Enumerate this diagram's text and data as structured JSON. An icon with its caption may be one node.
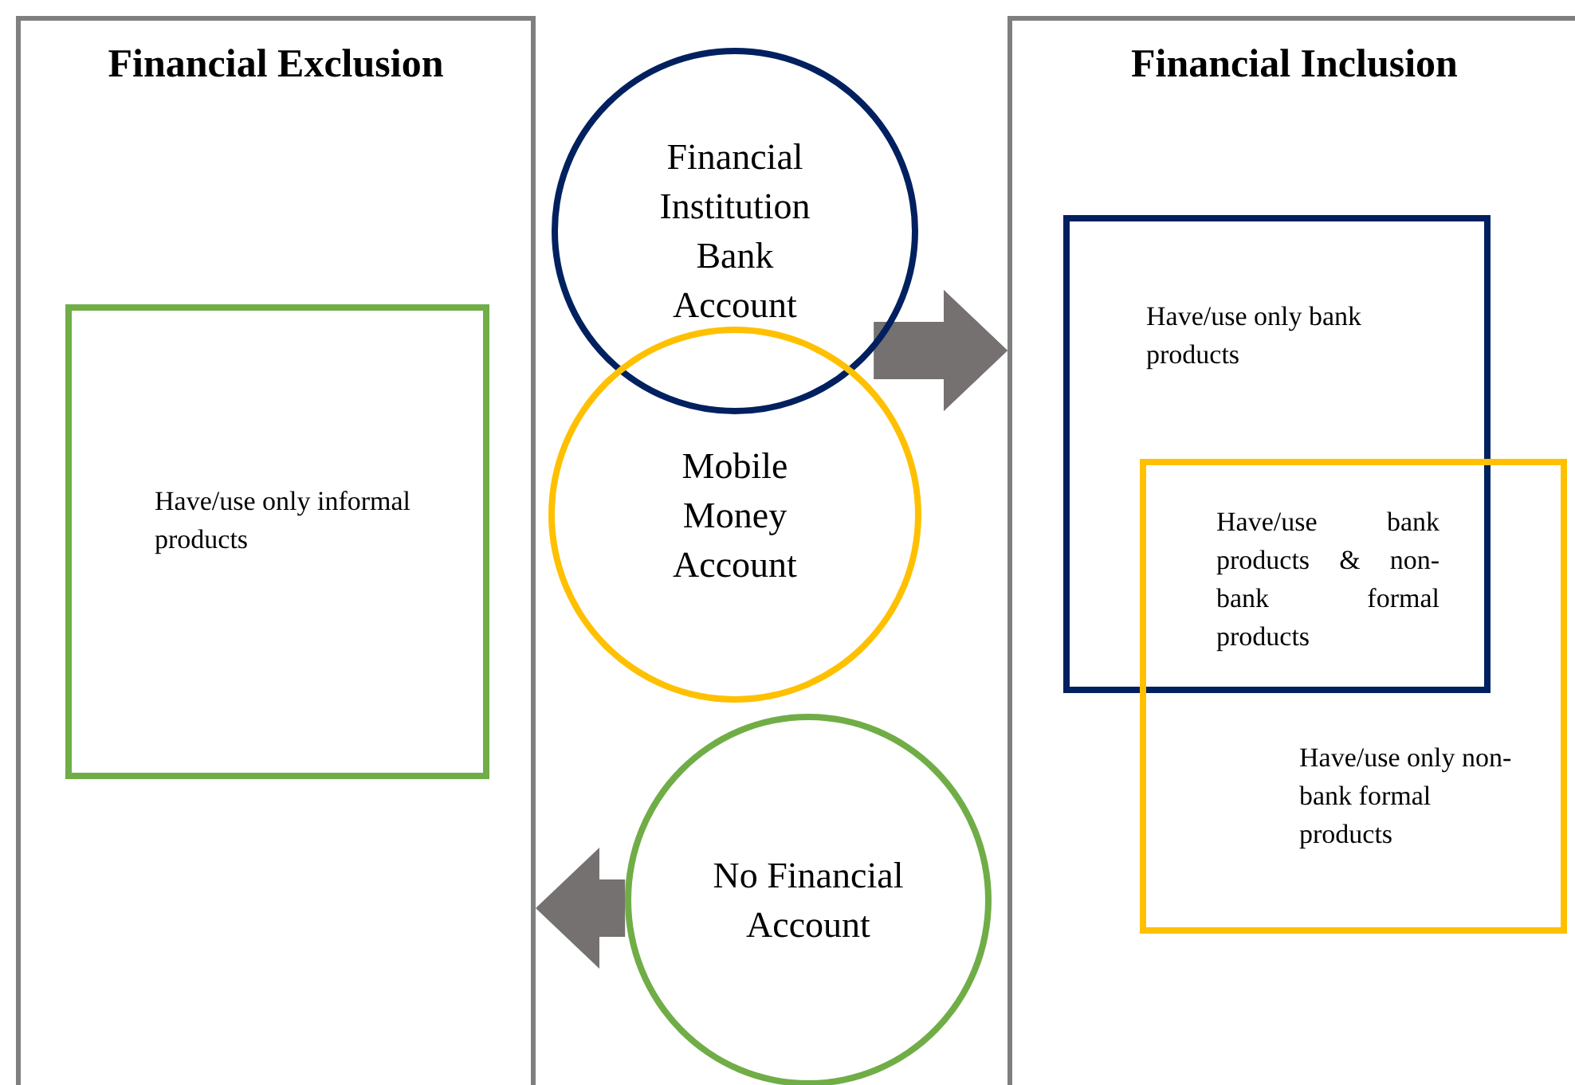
{
  "diagram": {
    "nodes": [
      {
        "text": [
          "Financial Exclusion"
        ]
      },
      {
        "text": [
          "Have/use only informal products"
        ],
        "in": 0
      },
      {
        "text": [
          "Financial Institution Bank Account"
        ]
      },
      {
        "text": [
          "Mobile Money Account"
        ]
      },
      {
        "text": [
          "No Financial Account"
        ]
      },
      {
        "text": [
          "Financial Inclusion"
        ]
      },
      {
        "text": [
          "Have/use only bank products"
        ],
        "in": 5
      },
      {
        "text": [
          "Have/use only non-bank formal products"
        ],
        "in": 5
      }
    ],
    "edges": [
      {
        "from": 2,
        "to": 5,
        "arrow": "to"
      },
      {
        "from": 3,
        "to": 5,
        "arrow": "to"
      },
      {
        "from": 4,
        "to": 0,
        "arrow": "to"
      }
    ],
    "labels": [
      "Have/use bank products & non-bank formal products"
    ]
  }
}
